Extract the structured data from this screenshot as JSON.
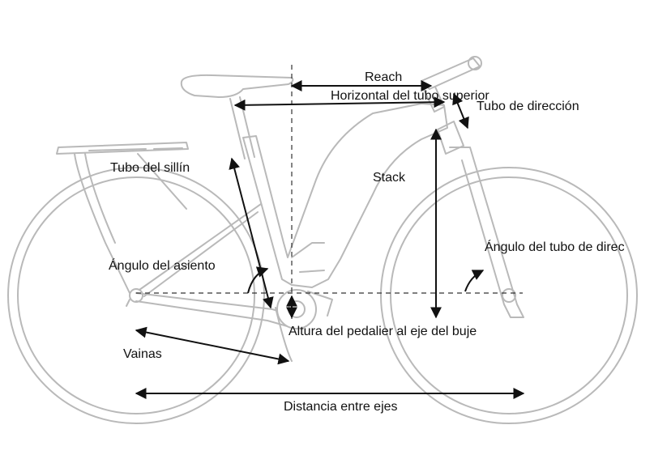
{
  "labels": {
    "reach": "Reach",
    "top_tube": "Horizontal del tubo superior",
    "head_tube": "Tubo de dirección",
    "seat_tube": "Tubo del sillín",
    "stack": "Stack",
    "seat_angle": "Ángulo del asiento",
    "head_angle": "Ángulo del tubo de direc",
    "bb_drop": "Altura del pedalier al eje del buje",
    "chainstays": "Vainas",
    "wheelbase": "Distancia entre ejes"
  },
  "colors": {
    "bike_outline": "#b9b9b9",
    "measurement": "#111111",
    "background": "#ffffff"
  }
}
